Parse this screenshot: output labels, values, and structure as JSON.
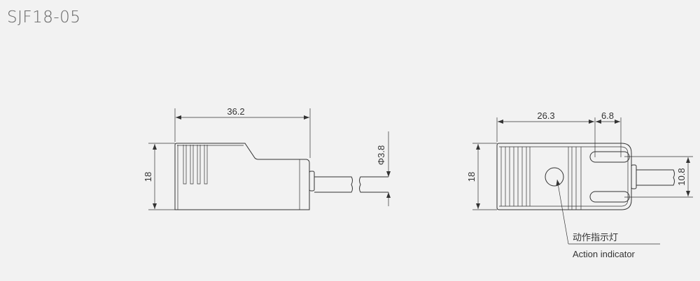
{
  "title": "SJF18-05",
  "side_view": {
    "length": "36.2",
    "height": "18",
    "cable_diameter": "Φ3.8"
  },
  "top_view": {
    "length_to_slot": "26.3",
    "slot_width": "6.8",
    "height": "18",
    "slot_pitch": "10.8"
  },
  "callout": {
    "label_cn": "动作指示灯",
    "label_en": "Action indicator"
  }
}
